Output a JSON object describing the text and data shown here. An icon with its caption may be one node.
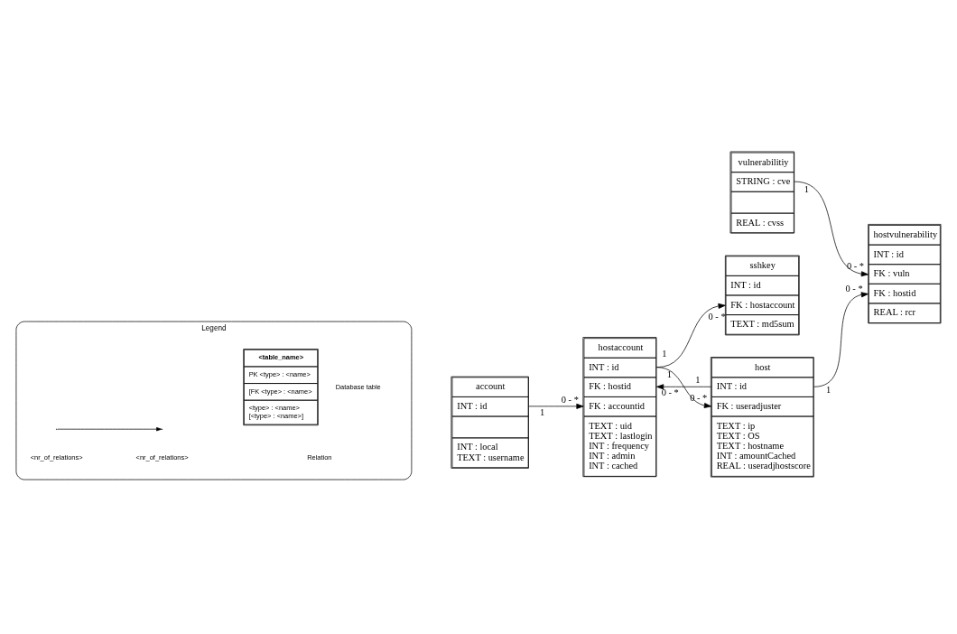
{
  "diagram": {
    "nodes": [
      {
        "text": [
          "Legend"
        ]
      },
      {
        "text": [
          "<table_name>",
          "PK <type> : <name>",
          "[FK <type> : <name>",
          "<type> : <name>",
          "[<type> : <name>]"
        ],
        "in": 0,
        "beside": [
          "Database table"
        ]
      },
      {
        "text": [
          "sshkey",
          "INT : id",
          "FK : hostaccount",
          "TEXT : md5sum"
        ]
      },
      {
        "text": [
          "vulnerabilitiy",
          "STRING : cve",
          "REAL : cvss"
        ]
      },
      {
        "text": [
          "hostvulnerability",
          "INT : id",
          "FK : vuln",
          "FK : hostid",
          "REAL : rcr"
        ]
      },
      {
        "text": [
          "hostaccount",
          "INT : id",
          "FK : hostid",
          "FK : accountid",
          "TEXT : uid",
          "TEXT : lastlogin",
          "INT : frequency",
          "INT : admin",
          "INT : cached"
        ]
      },
      {
        "text": [
          "host",
          "INT : id",
          "FK : useradjuster",
          "TEXT : ip",
          "TEXT : OS",
          "TEXT : hostname",
          "INT : amountCached",
          "REAL : useradjhostscore"
        ]
      },
      {
        "text": [
          "account",
          "INT : id",
          "INT : local",
          "TEXT : username"
        ]
      }
    ],
    "edges": [
      {
        "from": 7,
        "to": 5,
        "arrow": "to"
      },
      {
        "from": 5,
        "to": 2,
        "arrow": "to"
      },
      {
        "from": 5,
        "to": 6,
        "arrow": "to"
      },
      {
        "from": 6,
        "to": 5,
        "arrow": "to"
      },
      {
        "from": 3,
        "to": 4,
        "arrow": "to"
      },
      {
        "from": 6,
        "to": 4,
        "arrow": "to"
      }
    ],
    "labels": [
      "<nr_of_relations>",
      "<nr_of_relations>",
      "Relation",
      "0 - *",
      "1",
      "1",
      "1",
      "0 - *",
      "1",
      "0 - *",
      "0 - *",
      "0 - *",
      "1",
      "1",
      "0 - *"
    ]
  }
}
